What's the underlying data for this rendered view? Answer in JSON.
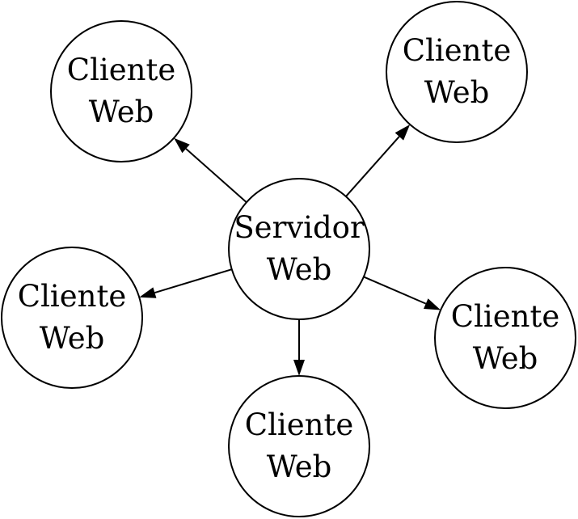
{
  "diagram": {
    "nodes": [
      {
        "id": "server",
        "role": "server",
        "lines": [
          "Servidor",
          "Web"
        ]
      },
      {
        "id": "client-top-left",
        "role": "client",
        "lines": [
          "Cliente",
          "Web"
        ]
      },
      {
        "id": "client-top-right",
        "role": "client",
        "lines": [
          "Cliente",
          "Web"
        ]
      },
      {
        "id": "client-left",
        "role": "client",
        "lines": [
          "Cliente",
          "Web"
        ]
      },
      {
        "id": "client-right",
        "role": "client",
        "lines": [
          "Cliente",
          "Web"
        ]
      },
      {
        "id": "client-bottom",
        "role": "client",
        "lines": [
          "Cliente",
          "Web"
        ]
      }
    ],
    "edges": [
      {
        "from": "server",
        "to": "client-top-left"
      },
      {
        "from": "server",
        "to": "client-top-right"
      },
      {
        "from": "server",
        "to": "client-left"
      },
      {
        "from": "server",
        "to": "client-right"
      },
      {
        "from": "server",
        "to": "client-bottom"
      }
    ],
    "colors": {
      "stroke": "#000000",
      "fill": "#ffffff",
      "text": "#000000"
    }
  }
}
